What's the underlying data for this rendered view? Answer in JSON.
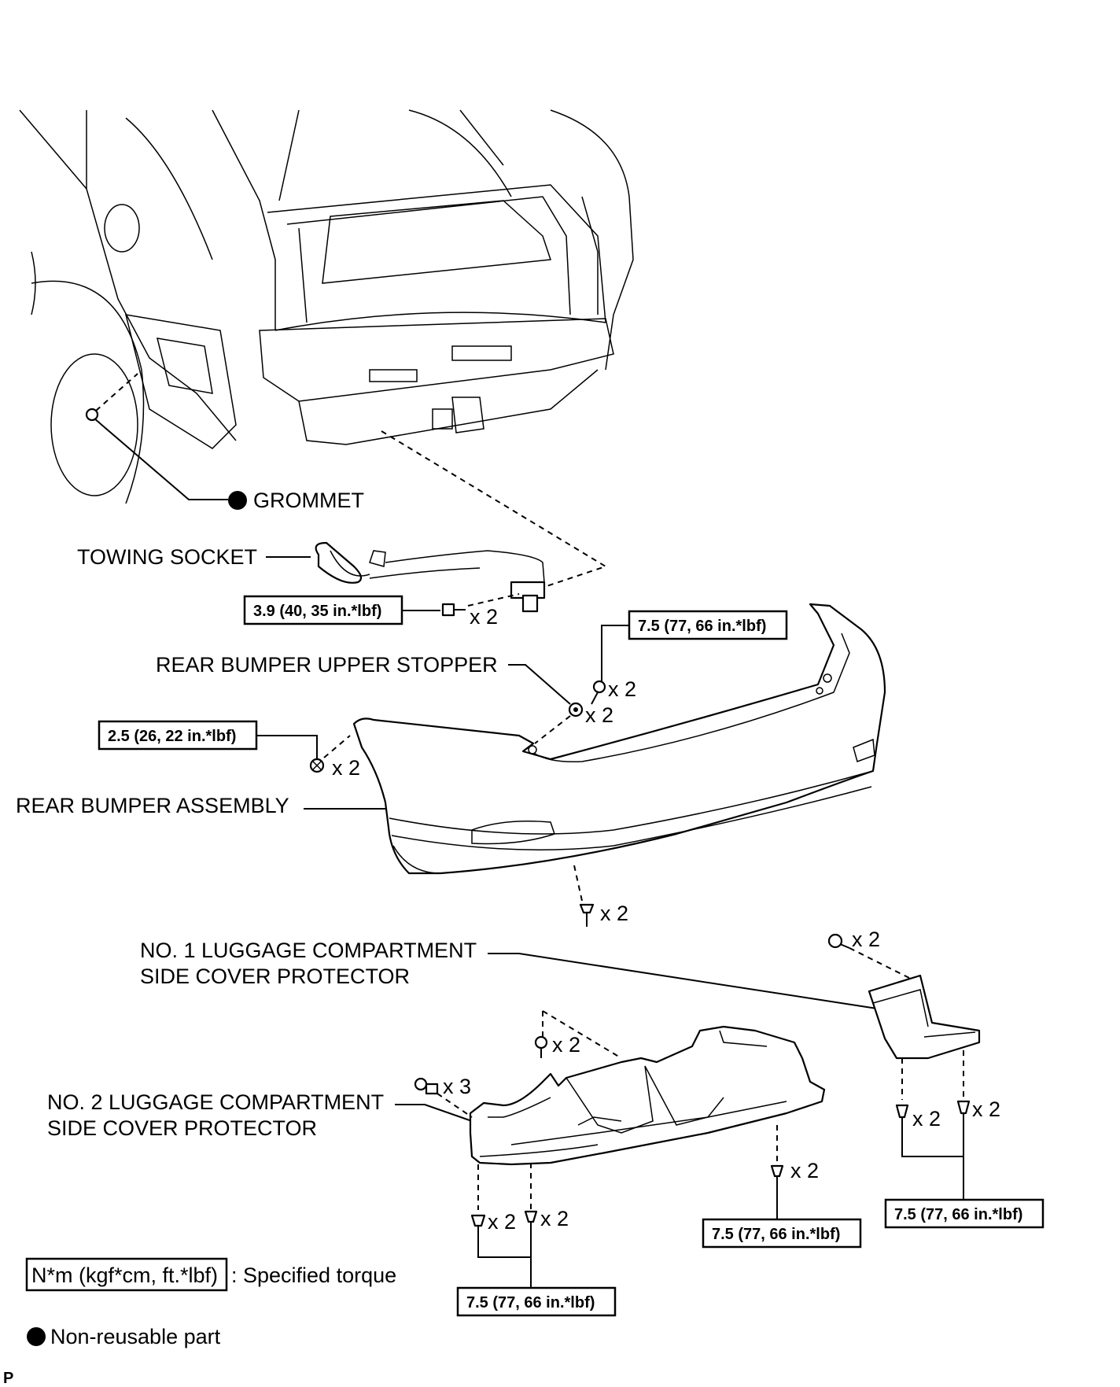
{
  "labels": {
    "grommet": "GROMMET",
    "towing_socket": "TOWING SOCKET",
    "upper_stopper": "REAR BUMPER UPPER STOPPER",
    "bumper_assembly": "REAR BUMPER ASSEMBLY",
    "no1_protector_line1": "NO. 1 LUGGAGE COMPARTMENT",
    "no1_protector_line2": "SIDE COVER PROTECTOR",
    "no2_protector_line1": "NO. 2 LUGGAGE COMPARTMENT",
    "no2_protector_line2": "SIDE COVER PROTECTOR"
  },
  "torques": {
    "towing_bolt": "3.9 (40, 35 in.*lbf)",
    "upper_bolt": "7.5 (77, 66 in.*lbf)",
    "side_screw": "2.5 (26, 22 in.*lbf)",
    "lower_left": "7.5 (77, 66 in.*lbf)",
    "lower_mid": "7.5 (77, 66 in.*lbf)",
    "lower_right": "7.5 (77, 66 in.*lbf)"
  },
  "quantities": {
    "towing_bolt": "x 2",
    "upper_bolt": "x 2",
    "upper_stopper": "x 2",
    "side_screw": "x 2",
    "bottom_screw": "x 2",
    "no1_top_screw": "x 2",
    "no2_top_screw": "x 2",
    "no2_clip": "x 3",
    "no2_bottom_left_a": "x 2",
    "no2_bottom_left_b": "x 2",
    "no2_bottom_mid": "x 2",
    "no1_bottom_left": "x 2",
    "no1_bottom_right": "x 2"
  },
  "legend": {
    "torque_box": "N*m (kgf*cm, ft.*lbf)",
    "torque_text": ": Specified torque",
    "nonreusable_text": "Non-reusable part"
  },
  "corner_mark": "P"
}
